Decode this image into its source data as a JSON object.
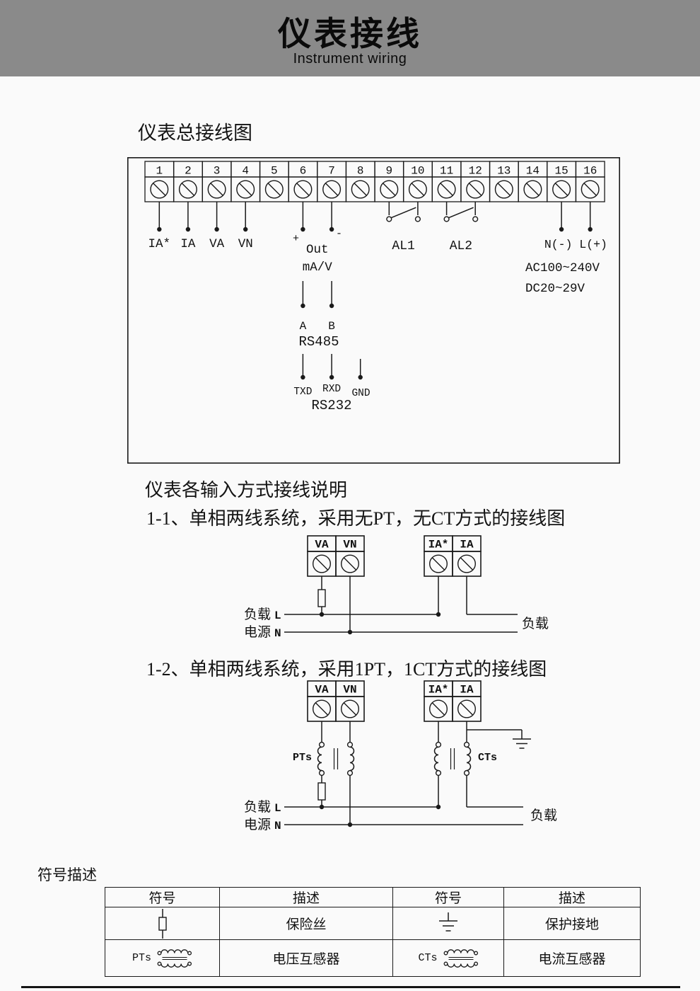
{
  "page": {
    "background": "#fafafa",
    "header_bg": "#8a8a8a",
    "line_color": "#1a1a1a"
  },
  "header": {
    "title": "仪表接线",
    "subtitle": "Instrument wiring"
  },
  "overview": {
    "section_title": "仪表总接线图",
    "terminal_numbers": [
      "1",
      "2",
      "3",
      "4",
      "5",
      "6",
      "7",
      "8",
      "9",
      "10",
      "11",
      "12",
      "13",
      "14",
      "15",
      "16"
    ],
    "labels": {
      "t1": "IA*",
      "t2": "IA",
      "t3": "VA",
      "t4": "VN",
      "plus": "+",
      "minus": "-",
      "out": "Out",
      "mav": "mA/V",
      "al1": "AL1",
      "al2": "AL2",
      "a": "A",
      "b": "B",
      "rs485": "RS485",
      "txd": "TXD",
      "rxd": "RXD",
      "gnd": "GND",
      "rs232": "RS232",
      "power": "N(-) L(+)",
      "ac_range": "AC100~240V",
      "dc_range": "DC20~29V"
    }
  },
  "sections": {
    "input_note": "仪表各输入方式接线说明",
    "d11_title": "1-1、单相两线系统，采用无PT，无CT方式的接线图",
    "d12_title": "1-2、单相两线系统，采用1PT，1CT方式的接线图"
  },
  "d11": {
    "terminals": [
      "VA",
      "VN",
      "IA*",
      "IA"
    ],
    "load_left": "负载",
    "line_l": "L",
    "source_left": "电源",
    "line_n": "N",
    "load_right": "负载"
  },
  "d12": {
    "terminals": [
      "VA",
      "VN",
      "IA*",
      "IA"
    ],
    "pt_label": "PTs",
    "ct_label": "CTs",
    "load_left": "负载",
    "line_l": "L",
    "source_left": "电源",
    "line_n": "N",
    "load_right": "负载"
  },
  "symbols": {
    "section_title": "符号描述",
    "headers": [
      "符号",
      "描述",
      "符号",
      "描述"
    ],
    "rows": [
      {
        "desc1": "保险丝",
        "desc2": "保护接地"
      },
      {
        "sym1": "PTs",
        "desc1": "电压互感器",
        "sym2": "CTs",
        "desc2": "电流互感器"
      }
    ]
  }
}
